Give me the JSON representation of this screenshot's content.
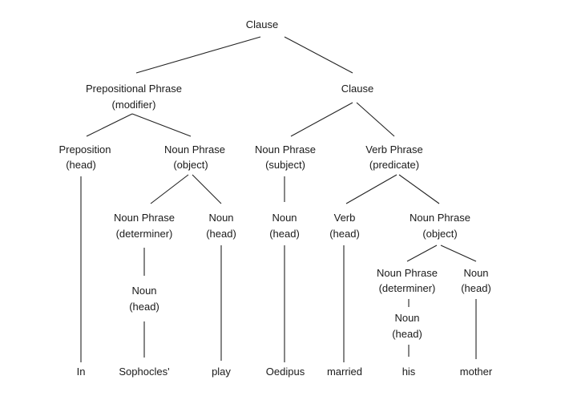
{
  "tree": {
    "root": {
      "label": "Clause"
    },
    "pp": {
      "label": "Prepositional Phrase",
      "role": "(modifier)"
    },
    "clause2": {
      "label": "Clause"
    },
    "prep": {
      "label": "Preposition",
      "role": "(head)"
    },
    "np_obj": {
      "label": "Noun Phrase",
      "role": "(object)"
    },
    "np_subj": {
      "label": "Noun Phrase",
      "role": "(subject)"
    },
    "vp": {
      "label": "Verb Phrase",
      "role": "(predicate)"
    },
    "np_det1": {
      "label": "Noun Phrase",
      "role": "(determiner)"
    },
    "n_head_play": {
      "label": "Noun",
      "role": "(head)"
    },
    "n_head_oedipus": {
      "label": "Noun",
      "role": "(head)"
    },
    "verb": {
      "label": "Verb",
      "role": "(head)"
    },
    "np_obj2": {
      "label": "Noun Phrase",
      "role": "(object)"
    },
    "n_det1_head": {
      "label": "Noun",
      "role": "(head)"
    },
    "np_det2": {
      "label": "Noun Phrase",
      "role": "(determiner)"
    },
    "n_head_mother": {
      "label": "Noun",
      "role": "(head)"
    },
    "n_det2_head": {
      "label": "Noun",
      "role": "(head)"
    }
  },
  "words": [
    "In",
    "Sophocles'",
    "play",
    "Oedipus",
    "married",
    "his",
    "mother"
  ]
}
